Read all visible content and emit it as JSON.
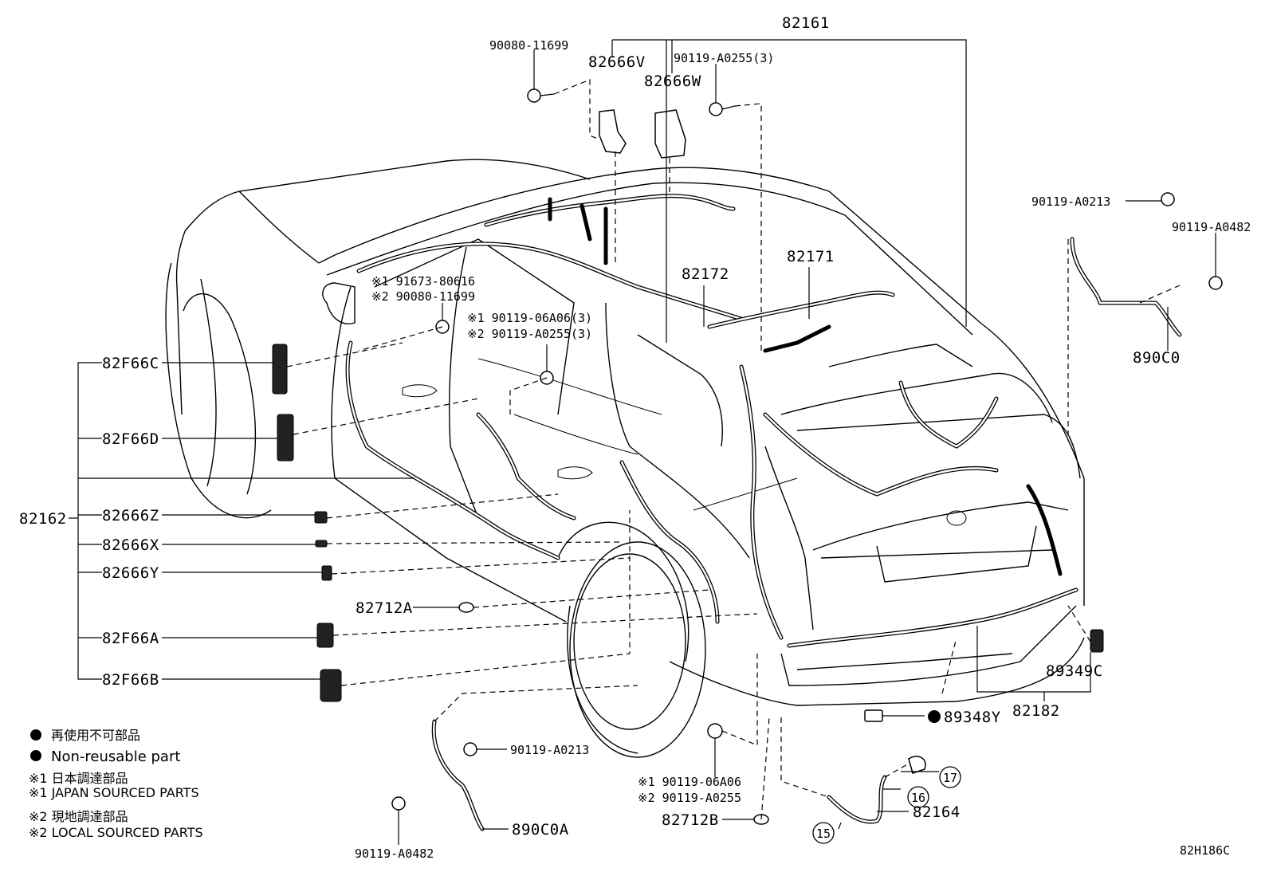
{
  "diagram_id": "82H186C",
  "parts": {
    "p82161": "82161",
    "p90080_11699": "90080-11699",
    "p82666V": "82666V",
    "p82666W": "82666W",
    "p90119_A0255_3": "90119-A0255(3)",
    "p90119_A0213_top": "90119-A0213",
    "p90119_A0482_top": "90119-A0482",
    "p890C0": "890C0",
    "p82171": "82171",
    "p82172": "82172",
    "n1_91673": "※1 91673-80616",
    "n2_90080": "※2 90080-11699",
    "n1_06A06_3": "※1 90119-06A06(3)",
    "n2_A0255_3": "※2 90119-A0255(3)",
    "p82F66C": "82F66C",
    "p82F66D": "82F66D",
    "p82162": "82162",
    "p82666Z": "82666Z",
    "p82666X": "82666X",
    "p82666Y": "82666Y",
    "p82712A": "82712A",
    "p82F66A": "82F66A",
    "p82F66B": "82F66B",
    "p89349C": "89349C",
    "p82182": "82182",
    "p89348Y": "89348Y",
    "p90119_A0213_bot": "90119-A0213",
    "p890C0A": "890C0A",
    "p90119_A0482_bot": "90119-A0482",
    "n1_06A06": "※1  90119-06A06",
    "n2_A0255": "※2  90119-A0255",
    "p82712B": "82712B",
    "p82164": "82164",
    "c15": "15",
    "c16": "16",
    "c17": "17"
  },
  "legend": {
    "jp_nonreusable": "再使用不可部品",
    "en_nonreusable": "Non-reusable part",
    "jp_japan_sourced": "※1 日本調達部品",
    "en_japan_sourced": "※1 JAPAN SOURCED PARTS",
    "jp_local_sourced": "※2 現地調達部品",
    "en_local_sourced": "※2 LOCAL SOURCED PARTS"
  }
}
